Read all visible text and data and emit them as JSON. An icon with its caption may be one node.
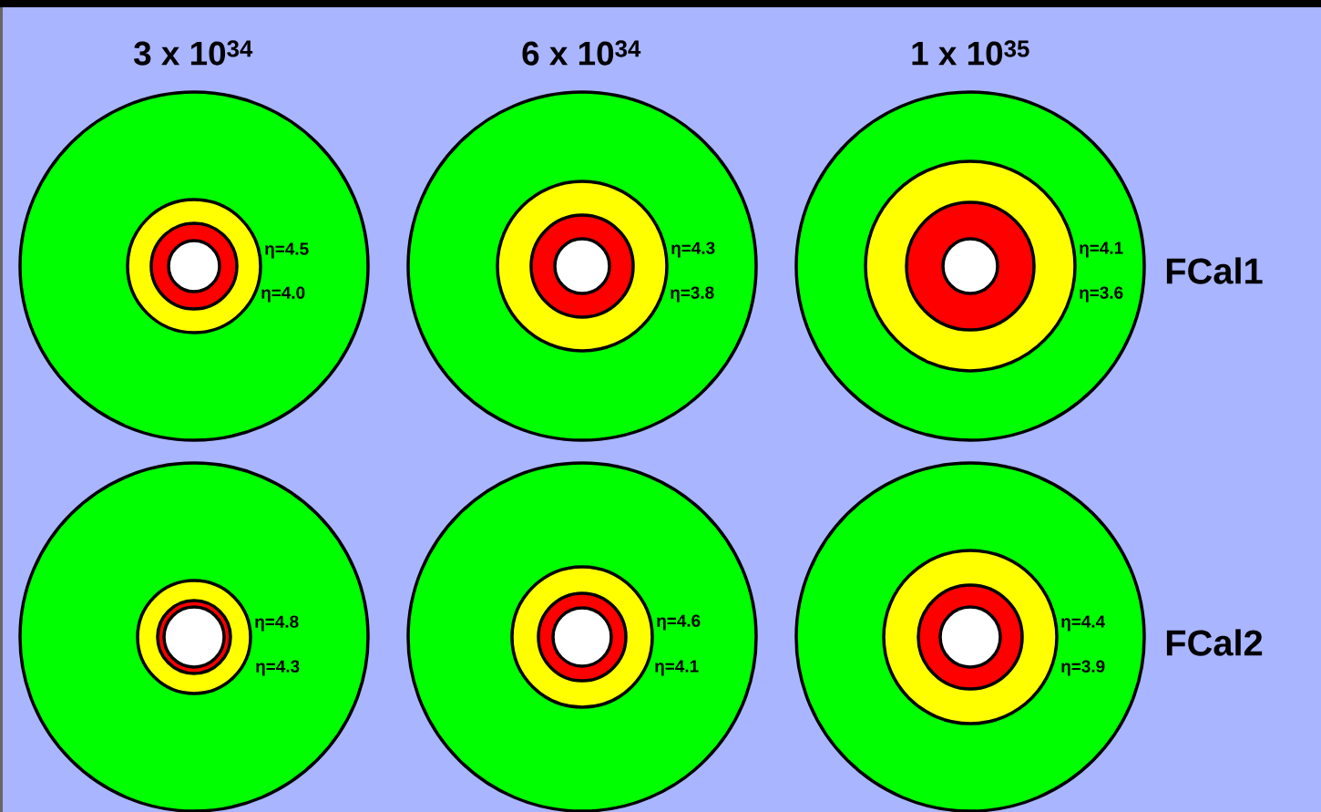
{
  "diagram": {
    "labels": [
      "3 x 10$^{34}$",
      "6 x 10$^{34}$",
      "1 x 10$^{35}$",
      "η=4.5",
      "η=4.3",
      "η=4.1",
      "FCal1",
      "η=4.0",
      "η=3.8",
      "η=3.6",
      "η=4.8",
      "η=4.6",
      "η=4.4",
      "FCal2",
      "η=4.3",
      "η=4.1",
      "η=3.9"
    ]
  }
}
